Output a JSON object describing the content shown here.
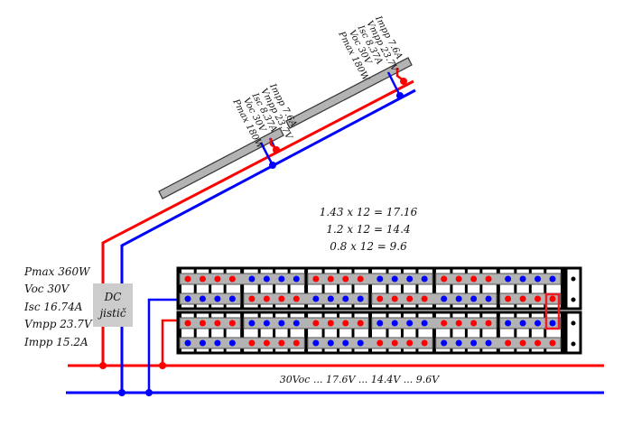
{
  "colors": {
    "positive": "#ff0000",
    "negative": "#0000ff",
    "panel": "#b3b3b3",
    "breaker": "#cccccc",
    "frame": "#000000",
    "highlight": "#ee1c24"
  },
  "panels": [
    {
      "lines": [
        "Pmax 180W",
        "Voc 30V",
        "Isc 8.37A",
        "Vmpp 23.7V",
        "Impp 7.6A"
      ]
    },
    {
      "lines": [
        "Pmax 180W",
        "Voc 30V",
        "Isc 8.37A",
        "Vmpp 23.7V",
        "Impp 7.6A"
      ]
    }
  ],
  "array_specs": [
    "Pmax 360W",
    "Voc 30V",
    "Isc 16.74A",
    "Vmpp 23.7V",
    "Impp 15.2A"
  ],
  "breaker": {
    "line1": "DC",
    "line2": "jistič"
  },
  "equations": [
    "1.43 x 12 = 17.16",
    "1.2 x 12 = 14.4",
    "0.8 x 12 = 9.6"
  ],
  "voltage_note": "30Voc ... 17.6V ... 14.4V ... 9.6V",
  "battery": {
    "rows": [
      {
        "upper": [
          "RRRRBBBB",
          "RRRRBBBB",
          "RRRRBBBB"
        ],
        "lower": [
          "BBBB",
          "RRRRBBBB",
          "RRRRBBBB",
          "RRRR"
        ]
      },
      {
        "upper": [
          "RRRR",
          "BBBBRRRR",
          "BBBBRRRR",
          "BBBB"
        ],
        "lower": [
          "BBBBRRRR",
          "BBBBRRRR",
          "BBBBRRRR"
        ]
      }
    ]
  }
}
